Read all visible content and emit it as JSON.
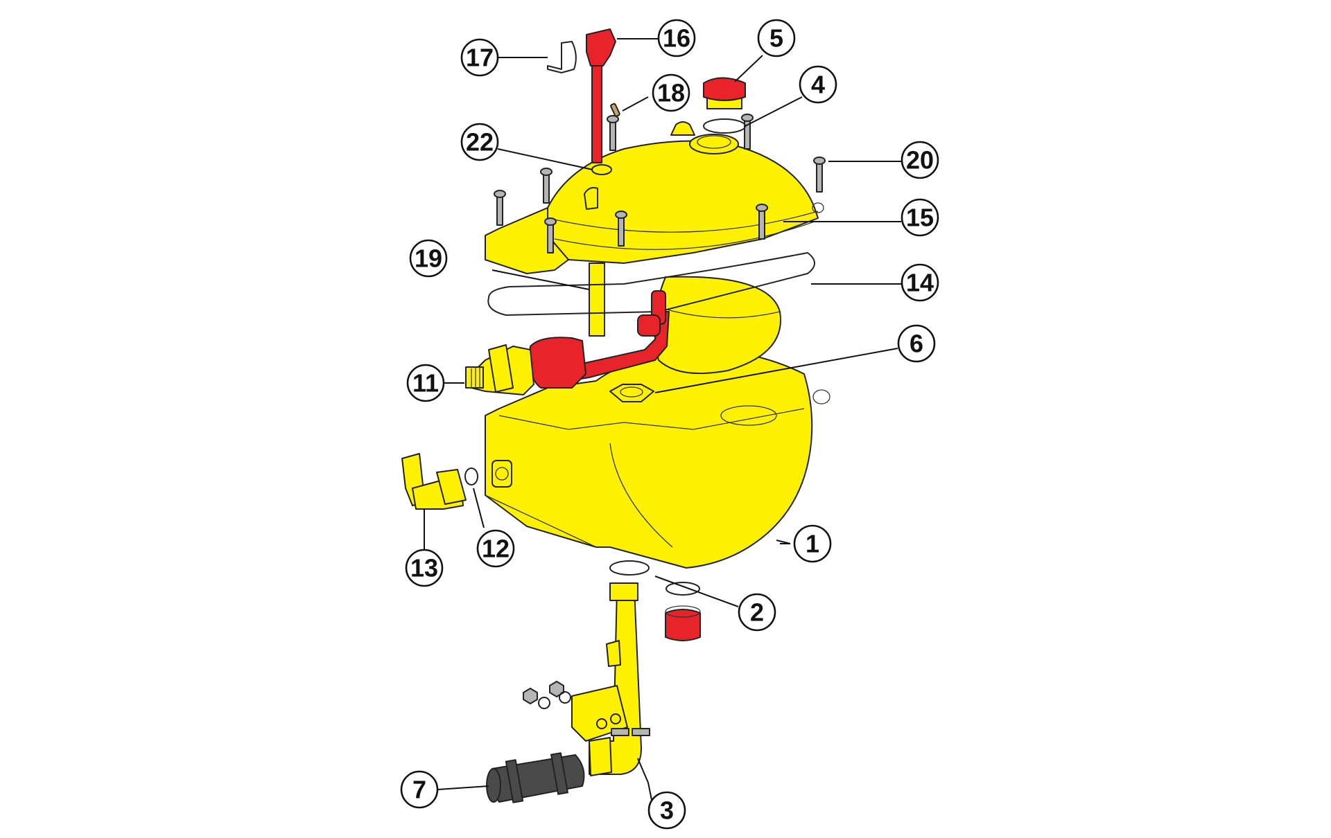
{
  "colors": {
    "primary_part": "#FFF200",
    "highlight_part": "#E8232A",
    "hardware": "#B5B5B5",
    "dark_part": "#4A4A4A",
    "outline": "#222222"
  },
  "callouts": [
    {
      "id": "1",
      "label": "1"
    },
    {
      "id": "2",
      "label": "2"
    },
    {
      "id": "3",
      "label": "3"
    },
    {
      "id": "4",
      "label": "4"
    },
    {
      "id": "5",
      "label": "5"
    },
    {
      "id": "6",
      "label": "6"
    },
    {
      "id": "7",
      "label": "7"
    },
    {
      "id": "11",
      "label": "11"
    },
    {
      "id": "12",
      "label": "12"
    },
    {
      "id": "13",
      "label": "13"
    },
    {
      "id": "14",
      "label": "14"
    },
    {
      "id": "15",
      "label": "15"
    },
    {
      "id": "16",
      "label": "16"
    },
    {
      "id": "17",
      "label": "17"
    },
    {
      "id": "18",
      "label": "18"
    },
    {
      "id": "19",
      "label": "19"
    },
    {
      "id": "20",
      "label": "20"
    },
    {
      "id": "22",
      "label": "22"
    }
  ]
}
